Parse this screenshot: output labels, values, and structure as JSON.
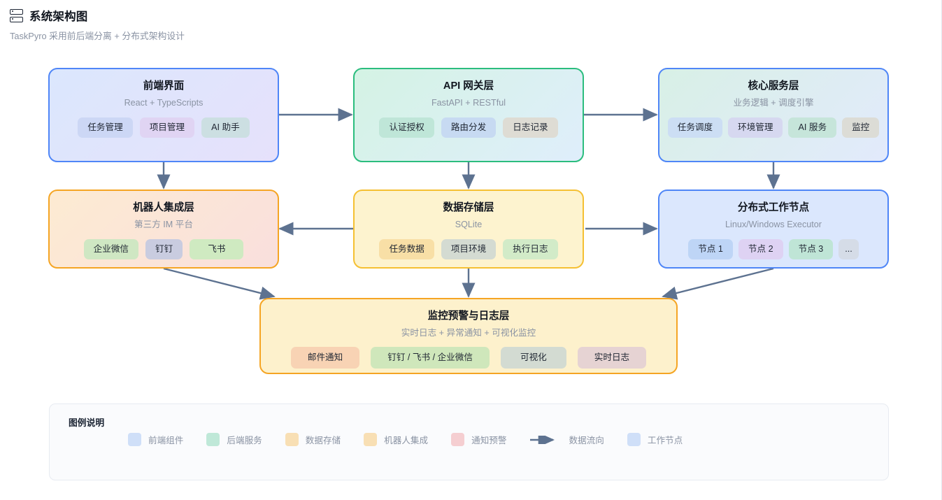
{
  "header": {
    "icon": "server-stack-icon",
    "title": "系统架构图",
    "subtitle": "TaskPyro 采用前后端分离 + 分布式架构设计"
  },
  "nodes": [
    {
      "id": "frontend",
      "title": "前端界面",
      "subtitle": "React + TypeScripts",
      "chips": [
        {
          "label": "任务管理",
          "color": "#ccd7f5"
        },
        {
          "label": "项目管理",
          "color": "#e0d4f3"
        },
        {
          "label": "AI 助手",
          "color": "#ccdfe2"
        }
      ],
      "border_color": "#4f86f7"
    },
    {
      "id": "gateway",
      "title": "API 网关层",
      "subtitle": "FastAPI + RESTful",
      "chips": [
        {
          "label": "认证授权",
          "color": "#bfe6d8"
        },
        {
          "label": "路由分发",
          "color": "#c7daf2"
        },
        {
          "label": "日志记录",
          "color": "#dedcd4"
        }
      ],
      "border_color": "#2bbd7e"
    },
    {
      "id": "core",
      "title": "核心服务层",
      "subtitle": "业务逻辑 + 调度引擎",
      "chips": [
        {
          "label": "任务调度",
          "color": "#ccdef4"
        },
        {
          "label": "环境管理",
          "color": "#d6d8f0"
        },
        {
          "label": "AI 服务",
          "color": "#c6e5da"
        },
        {
          "label": "监控",
          "color": "#dcdcd6"
        }
      ],
      "border_color": "#4f86f7"
    },
    {
      "id": "bot",
      "title": "机器人集成层",
      "subtitle": "第三方 IM 平台",
      "chips": [
        {
          "label": "企业微信",
          "color": "#cfe7c3"
        },
        {
          "label": "钉钉",
          "color": "#c9cce0"
        },
        {
          "label": "飞书",
          "color": "#cfeac1"
        }
      ],
      "border_color": "#f5a524"
    },
    {
      "id": "store",
      "title": "数据存储层",
      "subtitle": "SQLite",
      "chips": [
        {
          "label": "任务数据",
          "color": "#f8dfa6"
        },
        {
          "label": "项目环境",
          "color": "#d4dbd2"
        },
        {
          "label": "执行日志",
          "color": "#d2ebc8"
        }
      ],
      "border_color": "#f5c033"
    },
    {
      "id": "worker",
      "title": "分布式工作节点",
      "subtitle": "Linux/Windows Executor",
      "chips": [
        {
          "label": "节点 1",
          "color": "#bed5f6"
        },
        {
          "label": "节点 2",
          "color": "#ded2f3"
        },
        {
          "label": "节点 3",
          "color": "#bfe5d6"
        },
        {
          "label": "...",
          "color": "#d5dce7"
        }
      ],
      "border_color": "#4f86f7"
    },
    {
      "id": "monitor",
      "title": "监控预警与日志层",
      "subtitle": "实时日志 + 异常通知 + 可视化监控",
      "chips": [
        {
          "label": "邮件通知",
          "color": "#f8d3b4"
        },
        {
          "label": "钉钉 / 飞书 / 企业微信",
          "color": "#cfe7bb"
        },
        {
          "label": "可视化",
          "color": "#d3dbd2"
        },
        {
          "label": "实时日志",
          "color": "#e6d3d3"
        }
      ],
      "border_color": "#f5a524"
    }
  ],
  "edges": {
    "arrow_color": "#5d7290",
    "connections": [
      "前端界面 → API 网关层",
      "API 网关层 → 核心服务层",
      "前端界面 ↓ 机器人集成层",
      "API 网关层 ↓ 数据存储层",
      "核心服务层 ↓ 分布式工作节点",
      "数据存储层 → 机器人集成层",
      "数据存储层 → 分布式工作节点",
      "机器人集成层 ↘ 监控预警与日志层",
      "数据存储层 ↓ 监控预警与日志层",
      "分布式工作节点 ↙ 监控预警与日志层"
    ]
  },
  "legend": {
    "title": "图例说明",
    "items": [
      {
        "label": "前端组件",
        "color": "#cfdff8",
        "type": "swatch"
      },
      {
        "label": "后端服务",
        "color": "#bfe8d8",
        "type": "swatch"
      },
      {
        "label": "数据存储",
        "color": "#f8dfb4",
        "type": "swatch"
      },
      {
        "label": "机器人集成",
        "color": "#f8dfb4",
        "type": "swatch"
      },
      {
        "label": "通知预警",
        "color": "#f5ced1",
        "type": "swatch"
      },
      {
        "label": "数据流向",
        "color": "#5d7290",
        "type": "arrow"
      },
      {
        "label": "工作节点",
        "color": "#cfdff8",
        "type": "swatch"
      }
    ]
  }
}
